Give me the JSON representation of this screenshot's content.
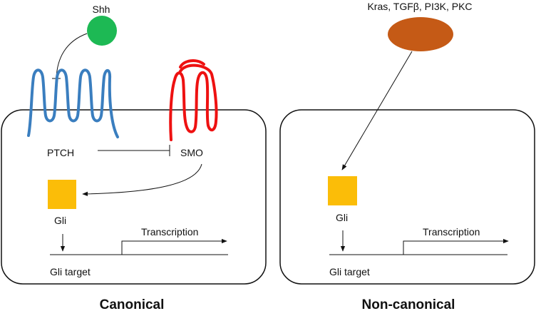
{
  "canonical": {
    "ligand": "Shh",
    "receptor": "PTCH",
    "transducer": "SMO",
    "factor": "Gli",
    "transcription": "Transcription",
    "target": "Gli target",
    "title": "Canonical"
  },
  "noncanonical": {
    "activators": "Kras, TGFβ, PI3K, PKC",
    "factor": "Gli",
    "transcription": "Transcription",
    "target": "Gli target",
    "title": "Non-canonical"
  },
  "colors": {
    "shh": "#1db954",
    "ptch": "#3a7ebf",
    "smo": "#ee1111",
    "gli": "#fbbd08",
    "activators": "#c55a16"
  }
}
